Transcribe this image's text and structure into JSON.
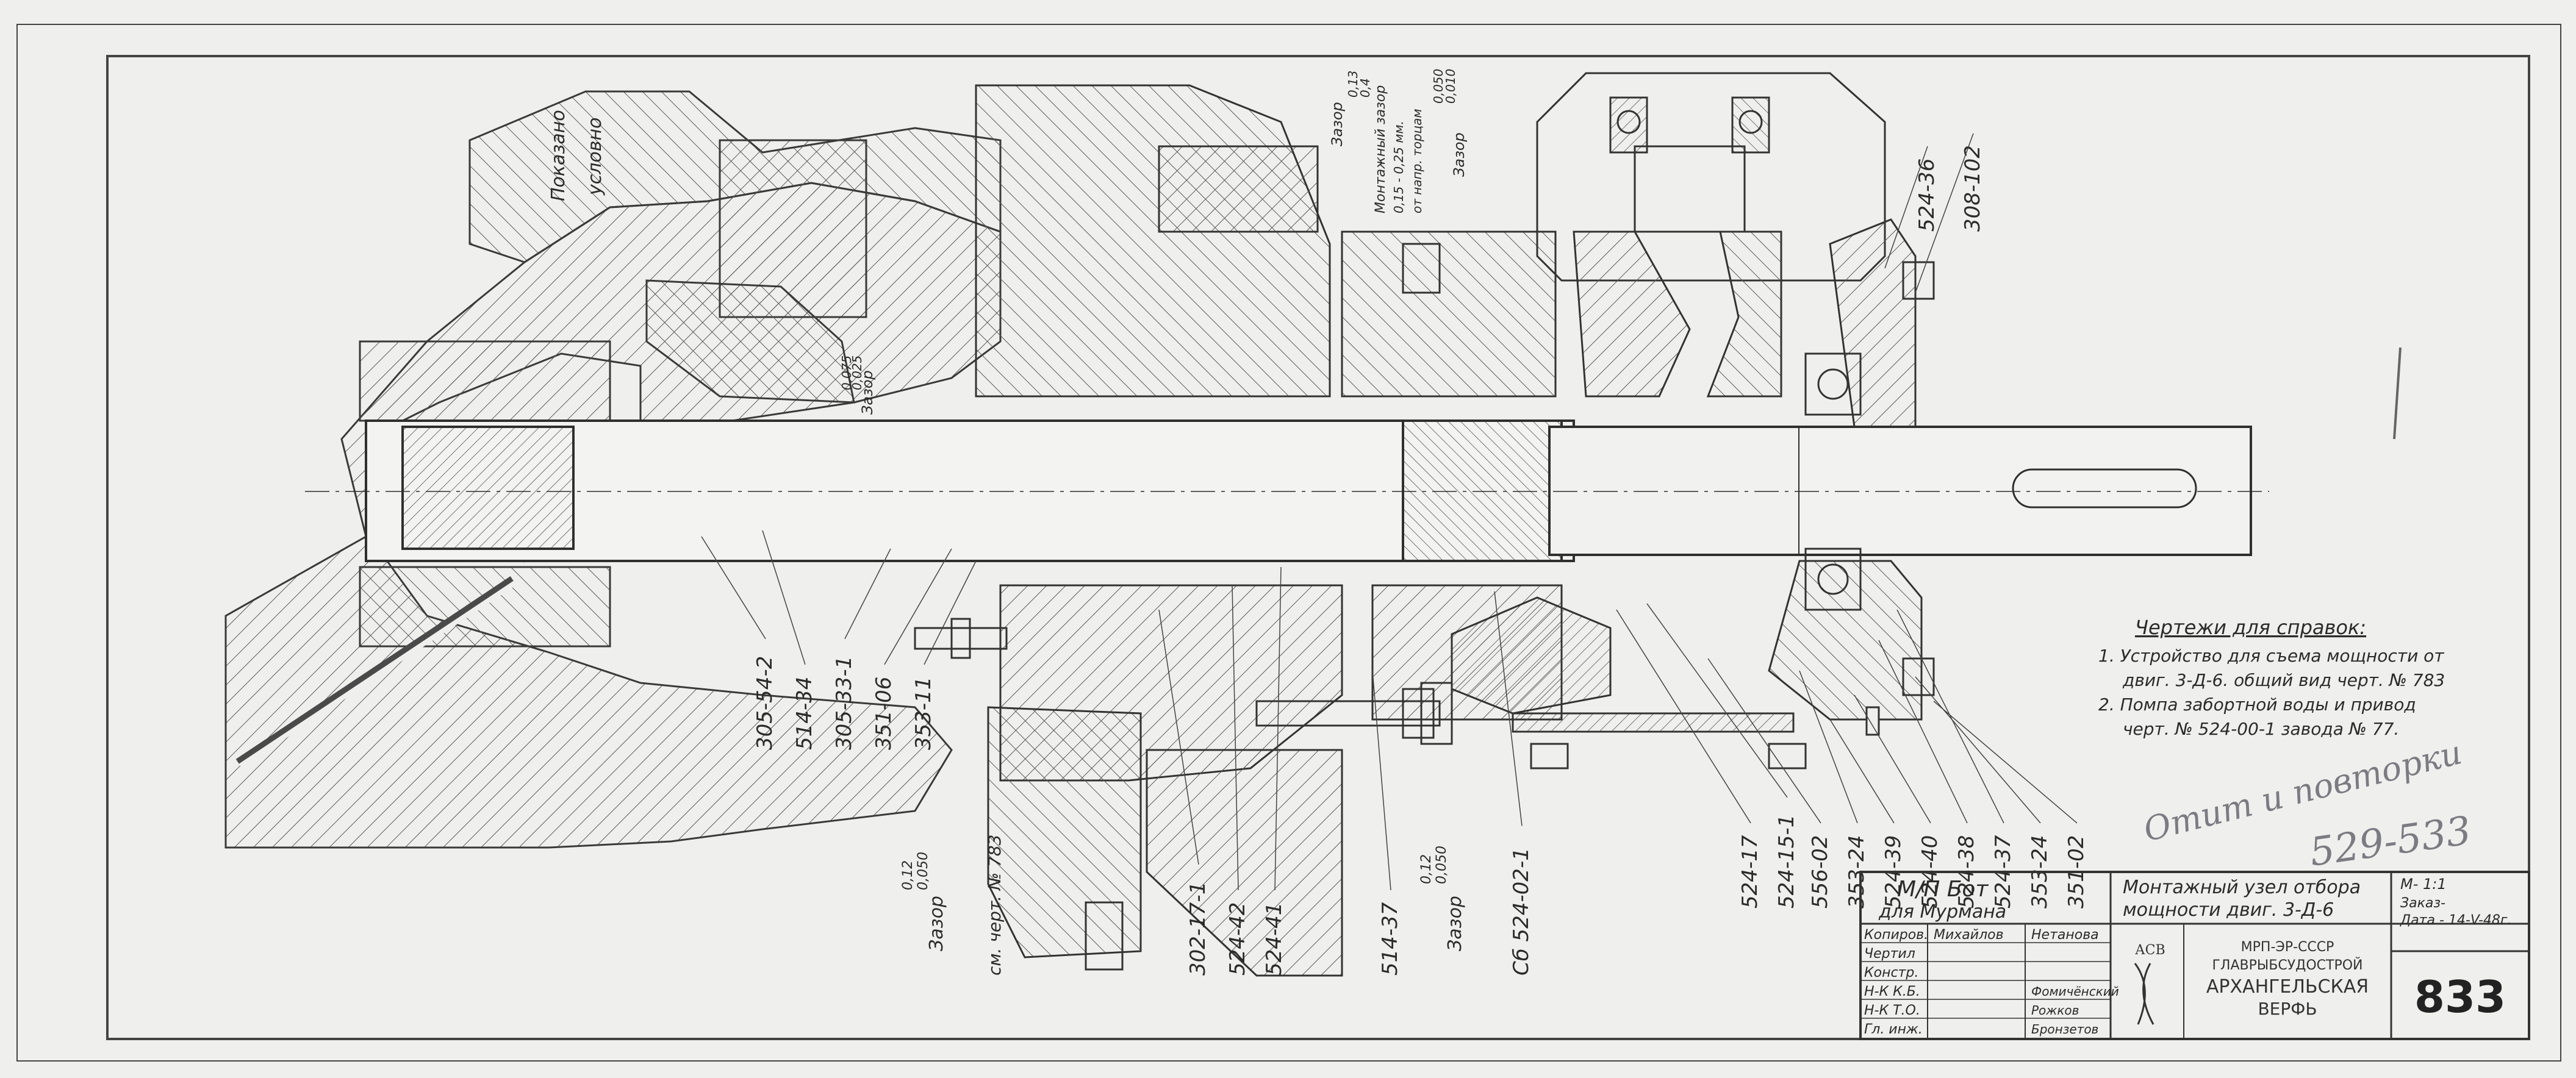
{
  "part_labels_vertical_left": [
    "305-54-2",
    "514-34",
    "305-33-1",
    "351-06",
    "353-11"
  ],
  "part_labels_vertical_mid": [
    "302-17-1",
    "524-42",
    "524-41",
    "514-37",
    "Сб 524-02-1"
  ],
  "part_labels_vertical_right": [
    "524-17",
    "524-15-1",
    "556-02",
    "353-24",
    "524-39",
    "524-40",
    "524-38",
    "524-37",
    "353-24",
    "351-02"
  ],
  "part_labels_top_right": [
    "524-36",
    "308-102"
  ],
  "annotations": {
    "shown_conventionally": [
      "Показано",
      "условно"
    ],
    "gap_top_left": [
      "Зазор",
      "0,075",
      "0,025"
    ],
    "gap_top_center": [
      "Зазор",
      "0,13",
      "0,4"
    ],
    "mounting_gap": [
      "Монтажный зазор",
      "0,15 - 0,25 мм.",
      "от напр. торцам"
    ],
    "gap_top_right": [
      "Зазор",
      "0,050",
      "0,010"
    ],
    "gap_bottom_left": [
      "Зазор",
      "0,12",
      "0,050"
    ],
    "see_drawing": "см. черт. № 783",
    "gap_bottom_mid": [
      "Зазор",
      "0,12",
      "0,050"
    ]
  },
  "notes": {
    "title": "Чертежи для справок:",
    "lines": [
      "1. Устройство для съема мощности от",
      "двиг. 3-Д-6. общий вид черт. № 783",
      "2. Помпа забортной воды и привод",
      "черт. № 524-00-1 завода № 77."
    ]
  },
  "pencil_marks": {
    "signature": "Отит и повторки",
    "number": "529-533"
  },
  "title_block": {
    "vessel_line1": "М/П Бот",
    "vessel_line2": "для Мурмана",
    "assembly_line1": "Монтажный узел отбора",
    "assembly_line2": "мощности двиг. 3-Д-6",
    "scale": "М- 1:1",
    "order": "Заказ-",
    "date": "Дата - 14-V-48г.",
    "roles": [
      "Копиров.",
      "Чертил",
      "Констр.",
      "Н-К К.Б.",
      "Н-К Т.О.",
      "Гл. инж."
    ],
    "names": [
      "Михайлов",
      "Нетанова",
      "Фомичёнский",
      "Рожков",
      "Бронзетов"
    ],
    "org_line1": "МРП-ЭР-СССР",
    "org_line2": "ГЛАВРЫБСУДОСТРОЙ",
    "org_line3": "АРХАНГЕЛЬСКАЯ",
    "org_line4": "ВЕРФЬ",
    "logo_letters": "АСВ",
    "sheet_number": "833"
  }
}
